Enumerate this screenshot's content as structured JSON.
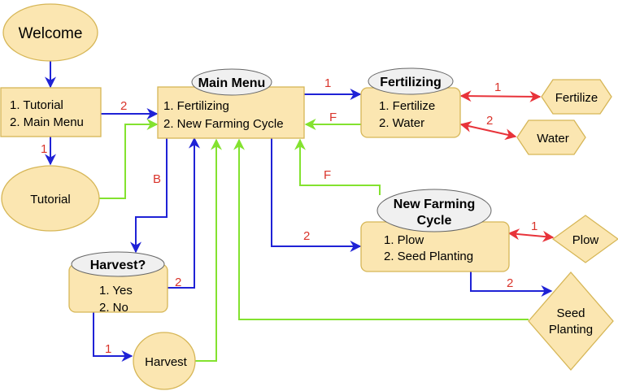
{
  "colors": {
    "node_fill": "#fbe6b1",
    "node_stroke": "#d6b656",
    "title_fill": "#f0f0f0",
    "blue_edge": "#1f22d6",
    "green_edge": "#83e22f",
    "red_edge": "#e8333a",
    "label_red": "#d9342b"
  },
  "nodes": {
    "welcome": "Welcome",
    "start_menu": {
      "items": [
        "1. Tutorial",
        "2. Main Menu"
      ]
    },
    "tutorial": "Tutorial",
    "main_menu": {
      "title": "Main Menu",
      "items": [
        "1. Fertilizing",
        "2. New Farming Cycle"
      ]
    },
    "fertilizing": {
      "title": "Fertilizing",
      "items": [
        "1. Fertilize",
        "2. Water"
      ]
    },
    "fertilize": "Fertilize",
    "water": "Water",
    "new_farming_cycle": {
      "title_line1": "New Farming",
      "title_line2": "Cycle",
      "items": [
        "1. Plow",
        "2. Seed Planting"
      ]
    },
    "plow": "Plow",
    "seed_planting": {
      "line1": "Seed",
      "line2": "Planting"
    },
    "harvest_question": {
      "title": "Harvest?",
      "items": [
        "1. Yes",
        "2. No"
      ]
    },
    "harvest": "Harvest"
  },
  "edge_labels": {
    "start_to_tutorial": "1",
    "start_to_main": "2",
    "main_to_fertilizing": "1",
    "fertilizing_back": "F",
    "fert_to_fertilize": "1",
    "fert_to_water": "2",
    "nfc_back": "F",
    "main_to_nfc": "2",
    "nfc_to_plow": "1",
    "nfc_to_seed": "2",
    "main_to_harvest": "B",
    "harvest_no_to_main": "2",
    "harvest_yes": "1"
  }
}
